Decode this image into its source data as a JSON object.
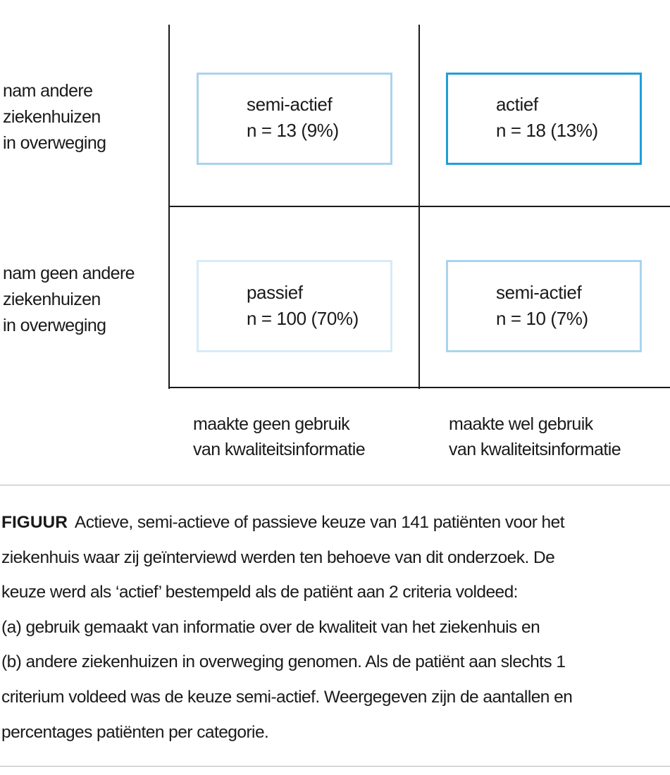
{
  "diagram": {
    "rows": [
      {
        "label_lines": [
          "nam andere",
          "ziekenhuizen",
          "in overweging"
        ]
      },
      {
        "label_lines": [
          "nam geen andere",
          "ziekenhuizen",
          "in overweging"
        ]
      }
    ],
    "columns": [
      {
        "label_lines": [
          "maakte geen gebruik",
          "van kwaliteitsinformatie"
        ]
      },
      {
        "label_lines": [
          "maakte wel gebruik",
          "van kwaliteitsinformatie"
        ]
      }
    ],
    "cells": [
      {
        "category": "semi-actief",
        "count": "n = 13 (9%)",
        "border_color": "#a9d4ee"
      },
      {
        "category": "actief",
        "count": "n = 18 (13%)",
        "border_color": "#1f9fd8"
      },
      {
        "category": "passief",
        "count": "n = 100 (70%)",
        "border_color": "#d6ebf8"
      },
      {
        "category": "semi-actief",
        "count": "n = 10 (7%)",
        "border_color": "#a9d4ee"
      }
    ]
  },
  "caption": {
    "label": "FIGUUR",
    "lines": [
      "Actieve, semi-actieve of passieve keuze van 141 patiënten voor het",
      "ziekenhuis waar zij geïnterviewd werden ten behoeve van dit onderzoek. De",
      "keuze werd als ‘actief’ bestempeld als de patiënt aan 2 criteria voldeed:",
      "(a) gebruik gemaakt van informatie over de kwaliteit van het ziekenhuis en",
      "(b) andere ziekenhuizen in overweging genomen. Als de patiënt aan slechts 1",
      "criterium voldeed was de keuze semi-actief. Weergegeven zijn de aantallen en",
      "percentages patiënten per categorie."
    ]
  }
}
